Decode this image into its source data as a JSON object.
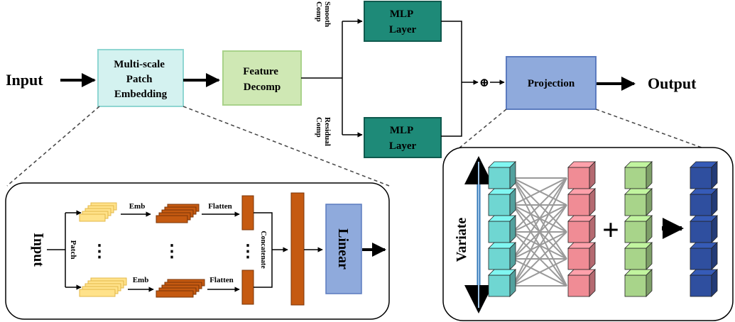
{
  "main": {
    "input": "Input",
    "output": "Output",
    "embedding": [
      "Multi-scale",
      "Patch",
      "Embedding"
    ],
    "decomp": [
      "Feature",
      "Decomp"
    ],
    "smooth_comp": [
      "Smooth",
      "Comp"
    ],
    "residual_comp": [
      "Residual",
      "Comp"
    ],
    "mlp_layer": [
      "MLP",
      "Layer"
    ],
    "add_symbol": "⊕",
    "projection": "Projection"
  },
  "embed_detail": {
    "input": "Input",
    "patch": "Patch",
    "emb": "Emb",
    "flatten": "Flatten",
    "concatenate": "Concatenate",
    "linear": "Linear",
    "ellipsis": "⋮"
  },
  "proj_detail": {
    "variate": "Variate",
    "plus": "+"
  },
  "colors": {
    "embedding": "#d4f2f0",
    "embedding_border": "#8fd6d2",
    "decomp": "#cfe8b4",
    "decomp_border": "#a9d28a",
    "mlp": "#1e8a78",
    "mlp_border": "#0f5a4e",
    "projection": "#8faadc",
    "projection_border": "#5b7bbf",
    "patch": "#ffe28a",
    "emb": "#c55a11",
    "cyan_cube": "#6fd6d2",
    "pink_cube": "#f08c95",
    "green_cube": "#a8d48a",
    "blue_cube": "#2f4f9f"
  }
}
